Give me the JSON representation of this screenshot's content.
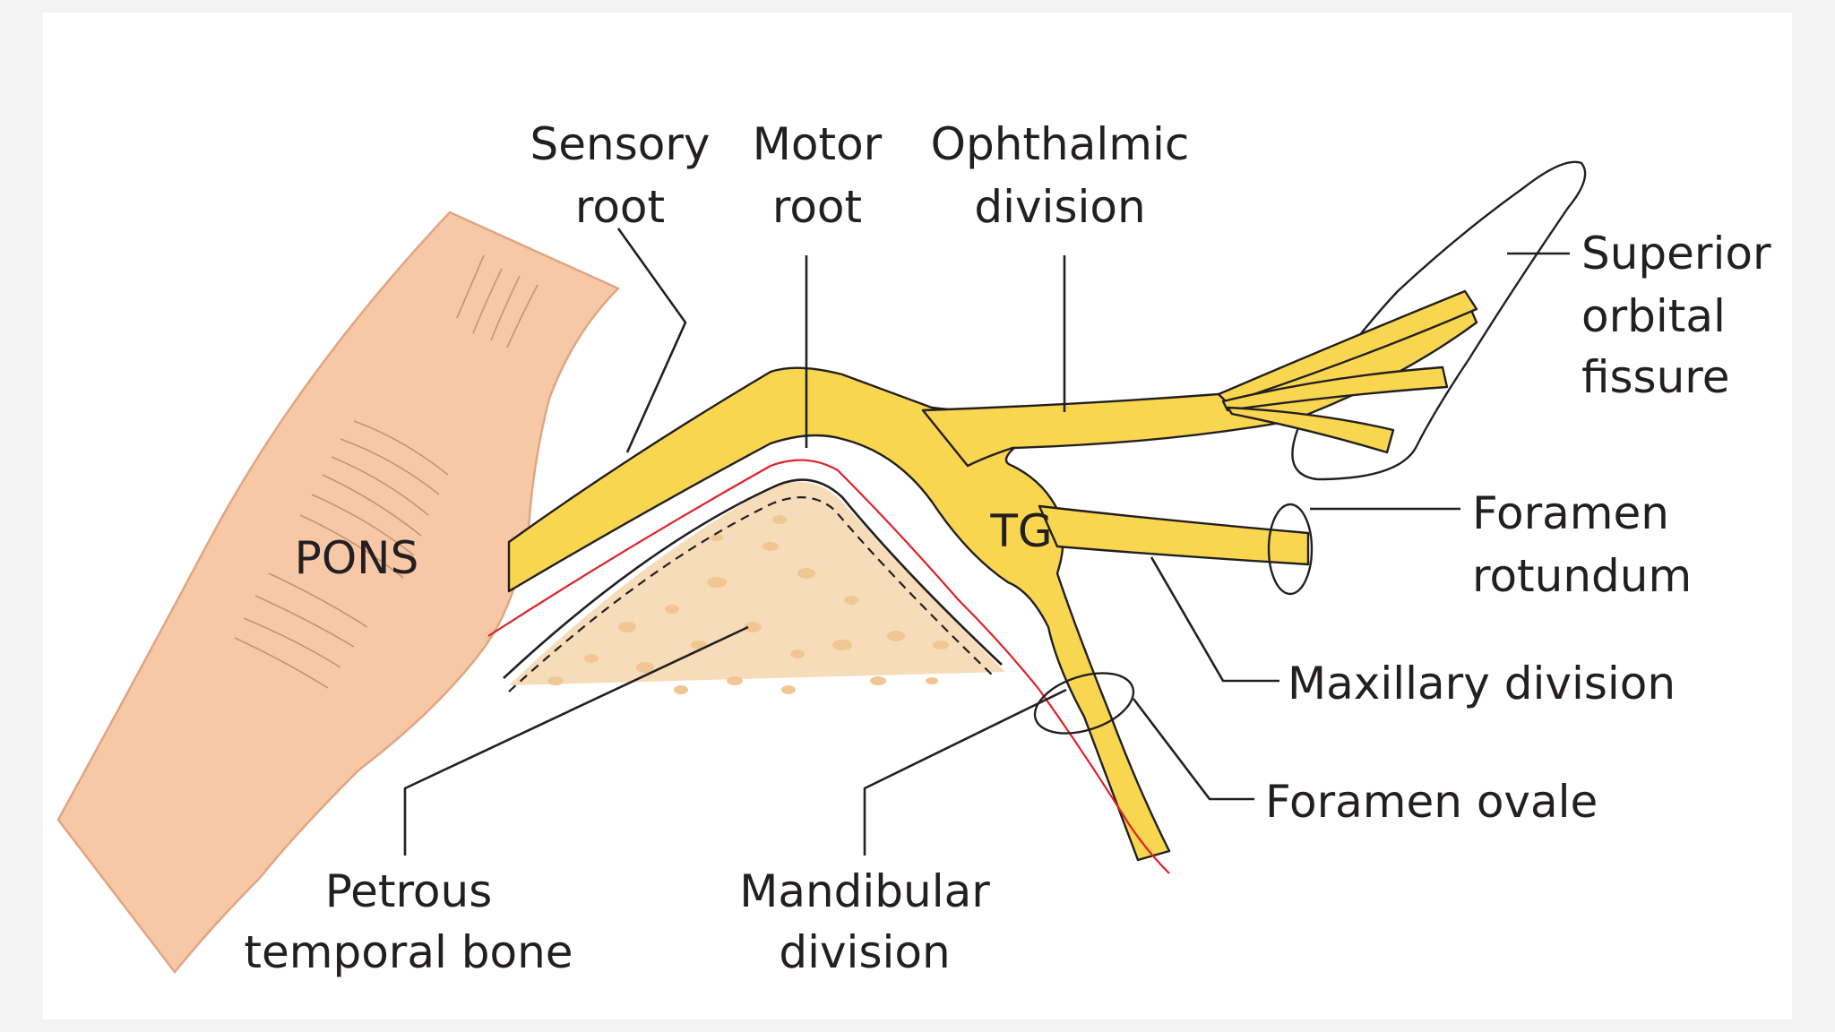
{
  "colors": {
    "background": "#f3f3f3",
    "panel": "#ffffff",
    "nerve": "#f9d64f",
    "pons": "#f7c8a6",
    "bone": "#f6dcb8",
    "motor_root": "#e0202a",
    "line": "#231f20"
  },
  "labels": {
    "sensory_root": [
      "Sensory",
      "root"
    ],
    "motor_root": [
      "Motor",
      "root"
    ],
    "ophthalmic": [
      "Ophthalmic",
      "division"
    ],
    "superior_orbital": [
      "Superior",
      "orbital",
      "fissure"
    ],
    "foramen_rotundum": [
      "Foramen",
      "rotundum"
    ],
    "maxillary": "Maxillary division",
    "foramen_ovale": "Foramen ovale",
    "petrous": [
      "Petrous",
      "temporal bone"
    ],
    "mandibular": [
      "Mandibular",
      "division"
    ],
    "pons": "PONS",
    "tg": "TG"
  }
}
